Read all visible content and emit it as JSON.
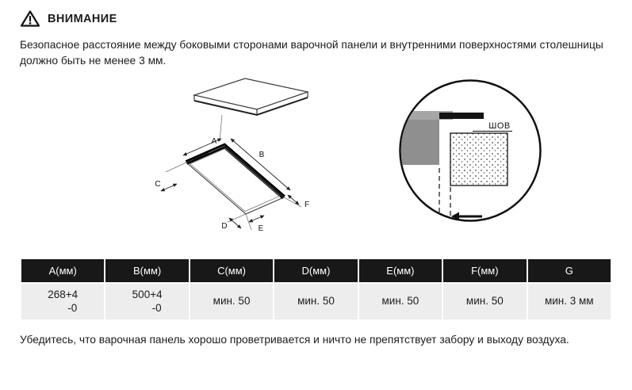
{
  "warning": {
    "title": "ВНИМАНИЕ",
    "text": "Безопасное расстояние между боковыми сторонами варочной панели и внутренними поверхностями столешницы должно быть не менее 3 мм."
  },
  "diagram": {
    "dimension_labels": [
      "A",
      "B",
      "C",
      "D",
      "E",
      "F"
    ],
    "seam_label": "ШОВ"
  },
  "table": {
    "headers": [
      "A(мм)",
      "B(мм)",
      "C(мм)",
      "D(мм)",
      "E(мм)",
      "F(мм)",
      "G"
    ],
    "cells": [
      [
        "268+4",
        "-0"
      ],
      [
        "500+4",
        "-0"
      ],
      [
        "мин. 50"
      ],
      [
        "мин. 50"
      ],
      [
        "мин. 50"
      ],
      [
        "мин. 50"
      ],
      [
        "мин. 3 мм"
      ]
    ]
  },
  "footer": {
    "text": "Убедитесь, что варочная панель хорошо проветривается и ничто не препятствует забору и выходу воздуха."
  },
  "colors": {
    "header_bg": "#181818",
    "row_bg": "#ededed",
    "gray_block": "#8f8f8f"
  }
}
